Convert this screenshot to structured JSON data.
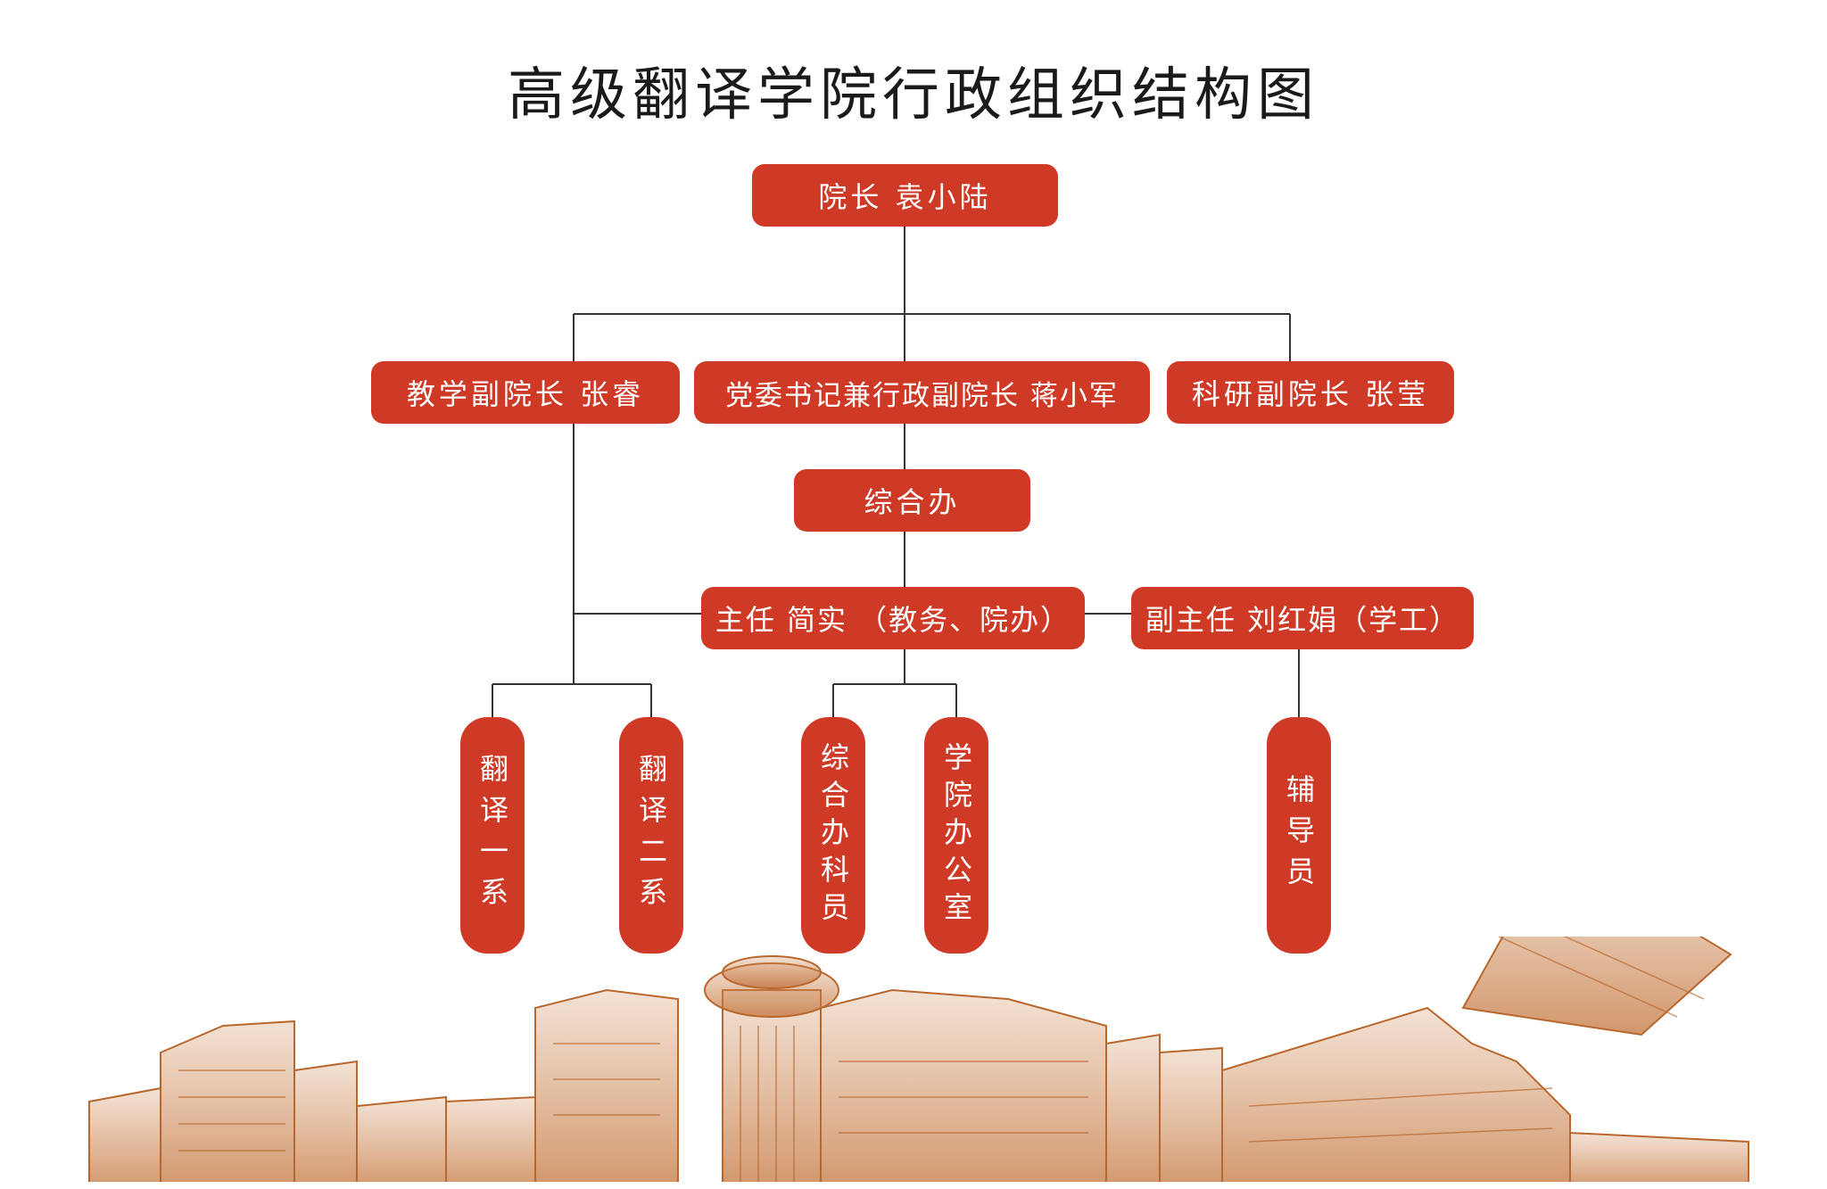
{
  "title": "高级翻译学院行政组织结构图",
  "colors": {
    "box_fill": "#cf3a27",
    "box_text": "#ffffff",
    "line": "#333333",
    "sketch": "#b9672c"
  },
  "nodes": {
    "dean": "院长  袁小陆",
    "vp_teaching": "教学副院长  张睿",
    "party_secretary": "党委书记兼行政副院长  蒋小军",
    "vp_research": "科研副院长  张莹",
    "general_office": "综合办",
    "director": "主任  简实  （教务、院办）",
    "deputy_director": "副主任  刘红娟（学工）",
    "dept_1": "翻译一系",
    "dept_2": "翻译二系",
    "office_staff": "综合办科员",
    "college_office": "学院办公室",
    "counselor": "辅导员"
  }
}
